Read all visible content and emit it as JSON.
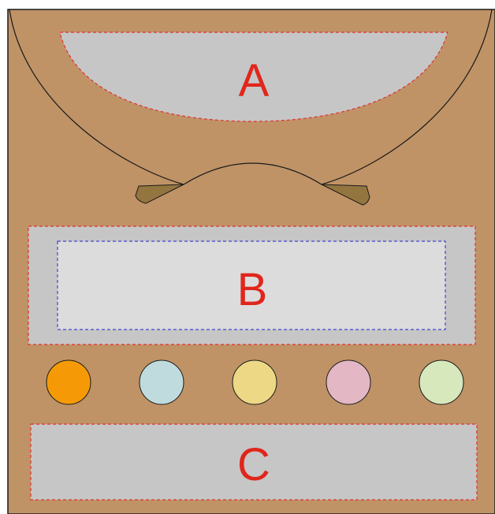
{
  "colors": {
    "body": "#bf9366",
    "outline": "#1a1a1a",
    "arm": "#93763f",
    "zone_fill": "#c6c6c6",
    "inner_fill": "#dcdcdc",
    "zone_border": "#e03030",
    "inner_border": "#4444cc",
    "label": "#e0261c"
  },
  "zones": {
    "a": {
      "label": "A"
    },
    "b": {
      "label": "B"
    },
    "c": {
      "label": "C"
    }
  },
  "swatches": [
    {
      "name": "orange",
      "color": "#f59a06"
    },
    {
      "name": "light-blue",
      "color": "#bfdbde"
    },
    {
      "name": "yellow",
      "color": "#edd985"
    },
    {
      "name": "pink",
      "color": "#e3b7c4"
    },
    {
      "name": "light-green",
      "color": "#d7e8bd"
    }
  ]
}
